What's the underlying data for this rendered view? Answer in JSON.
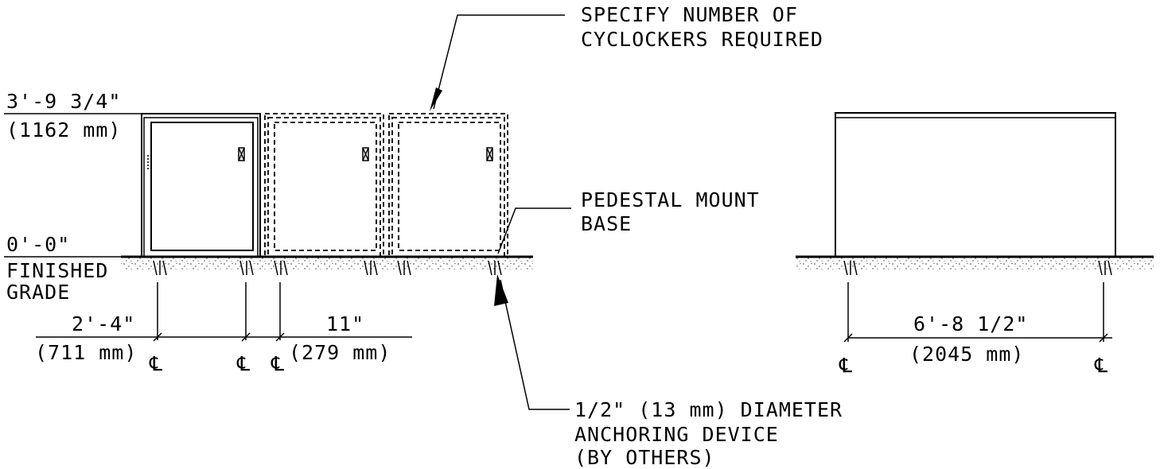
{
  "labels": {
    "callout_number_line1": "SPECIFY NUMBER OF",
    "callout_number_line2": "CYCLOCKERS REQUIRED",
    "height_imperial": "3'-9 3/4\"",
    "height_metric": "(1162 mm)",
    "zero_elevation": "0'-0\"",
    "finished_grade_line1": "FINISHED",
    "finished_grade_line2": "GRADE",
    "pedestal_line1": "PEDESTAL MOUNT",
    "pedestal_line2": "BASE",
    "spacing_imperial": "2'-4\"",
    "spacing_metric": "(711 mm)",
    "gap_imperial": "11\"",
    "gap_metric": "(279 mm)",
    "depth_imperial": "6'-8 1/2\"",
    "depth_metric": "(2045 mm)",
    "anchor_line1": "1/2\" (13 mm) DIAMETER",
    "anchor_line2": "ANCHORING DEVICE",
    "anchor_line3": "(BY OTHERS)",
    "centerline_symbol": "℄"
  }
}
